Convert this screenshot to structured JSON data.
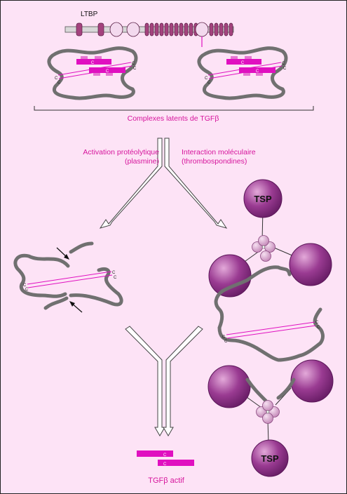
{
  "labels": {
    "ltbp": "LTBP",
    "complexes": "Complexes latents de TGFβ",
    "activation_line1": "Activation protéolytique",
    "activation_line2": "(plasmine)",
    "interaction_line1": "Interaction moléculaire",
    "interaction_line2": "(thrombospondines)",
    "tsp": "TSP",
    "cys": "C",
    "result": "TGFβ actif"
  },
  "colors": {
    "background": "#fde3f6",
    "magenta": "#e010c0",
    "text_magenta": "#d6149c",
    "ltbp_purple": "#a4437e",
    "chain_grey": "#707070",
    "tsp_sphere": "#8b2d86"
  }
}
